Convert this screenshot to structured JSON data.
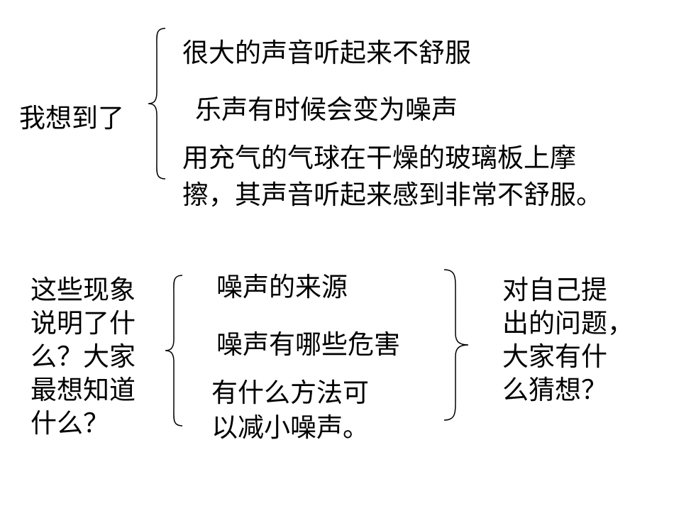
{
  "top": {
    "label": "我想到了",
    "items": [
      "很大的声音听起来不舒服",
      "乐声有时候会变为噪声",
      "用充气的气球在干燥的玻璃板上摩",
      "擦，其声音听起来感到非常不舒服。"
    ]
  },
  "bottom": {
    "question_lines": [
      "这些现象",
      "说明了什",
      "么？大家",
      "最想知道",
      "什么？"
    ],
    "items": [
      "噪声的来源",
      "噪声有哪些危害",
      "有什么方法可",
      "以减小噪声。"
    ],
    "prompt_lines": [
      "对自己提",
      "出的问题，",
      "大家有什",
      "么猜想？"
    ]
  }
}
